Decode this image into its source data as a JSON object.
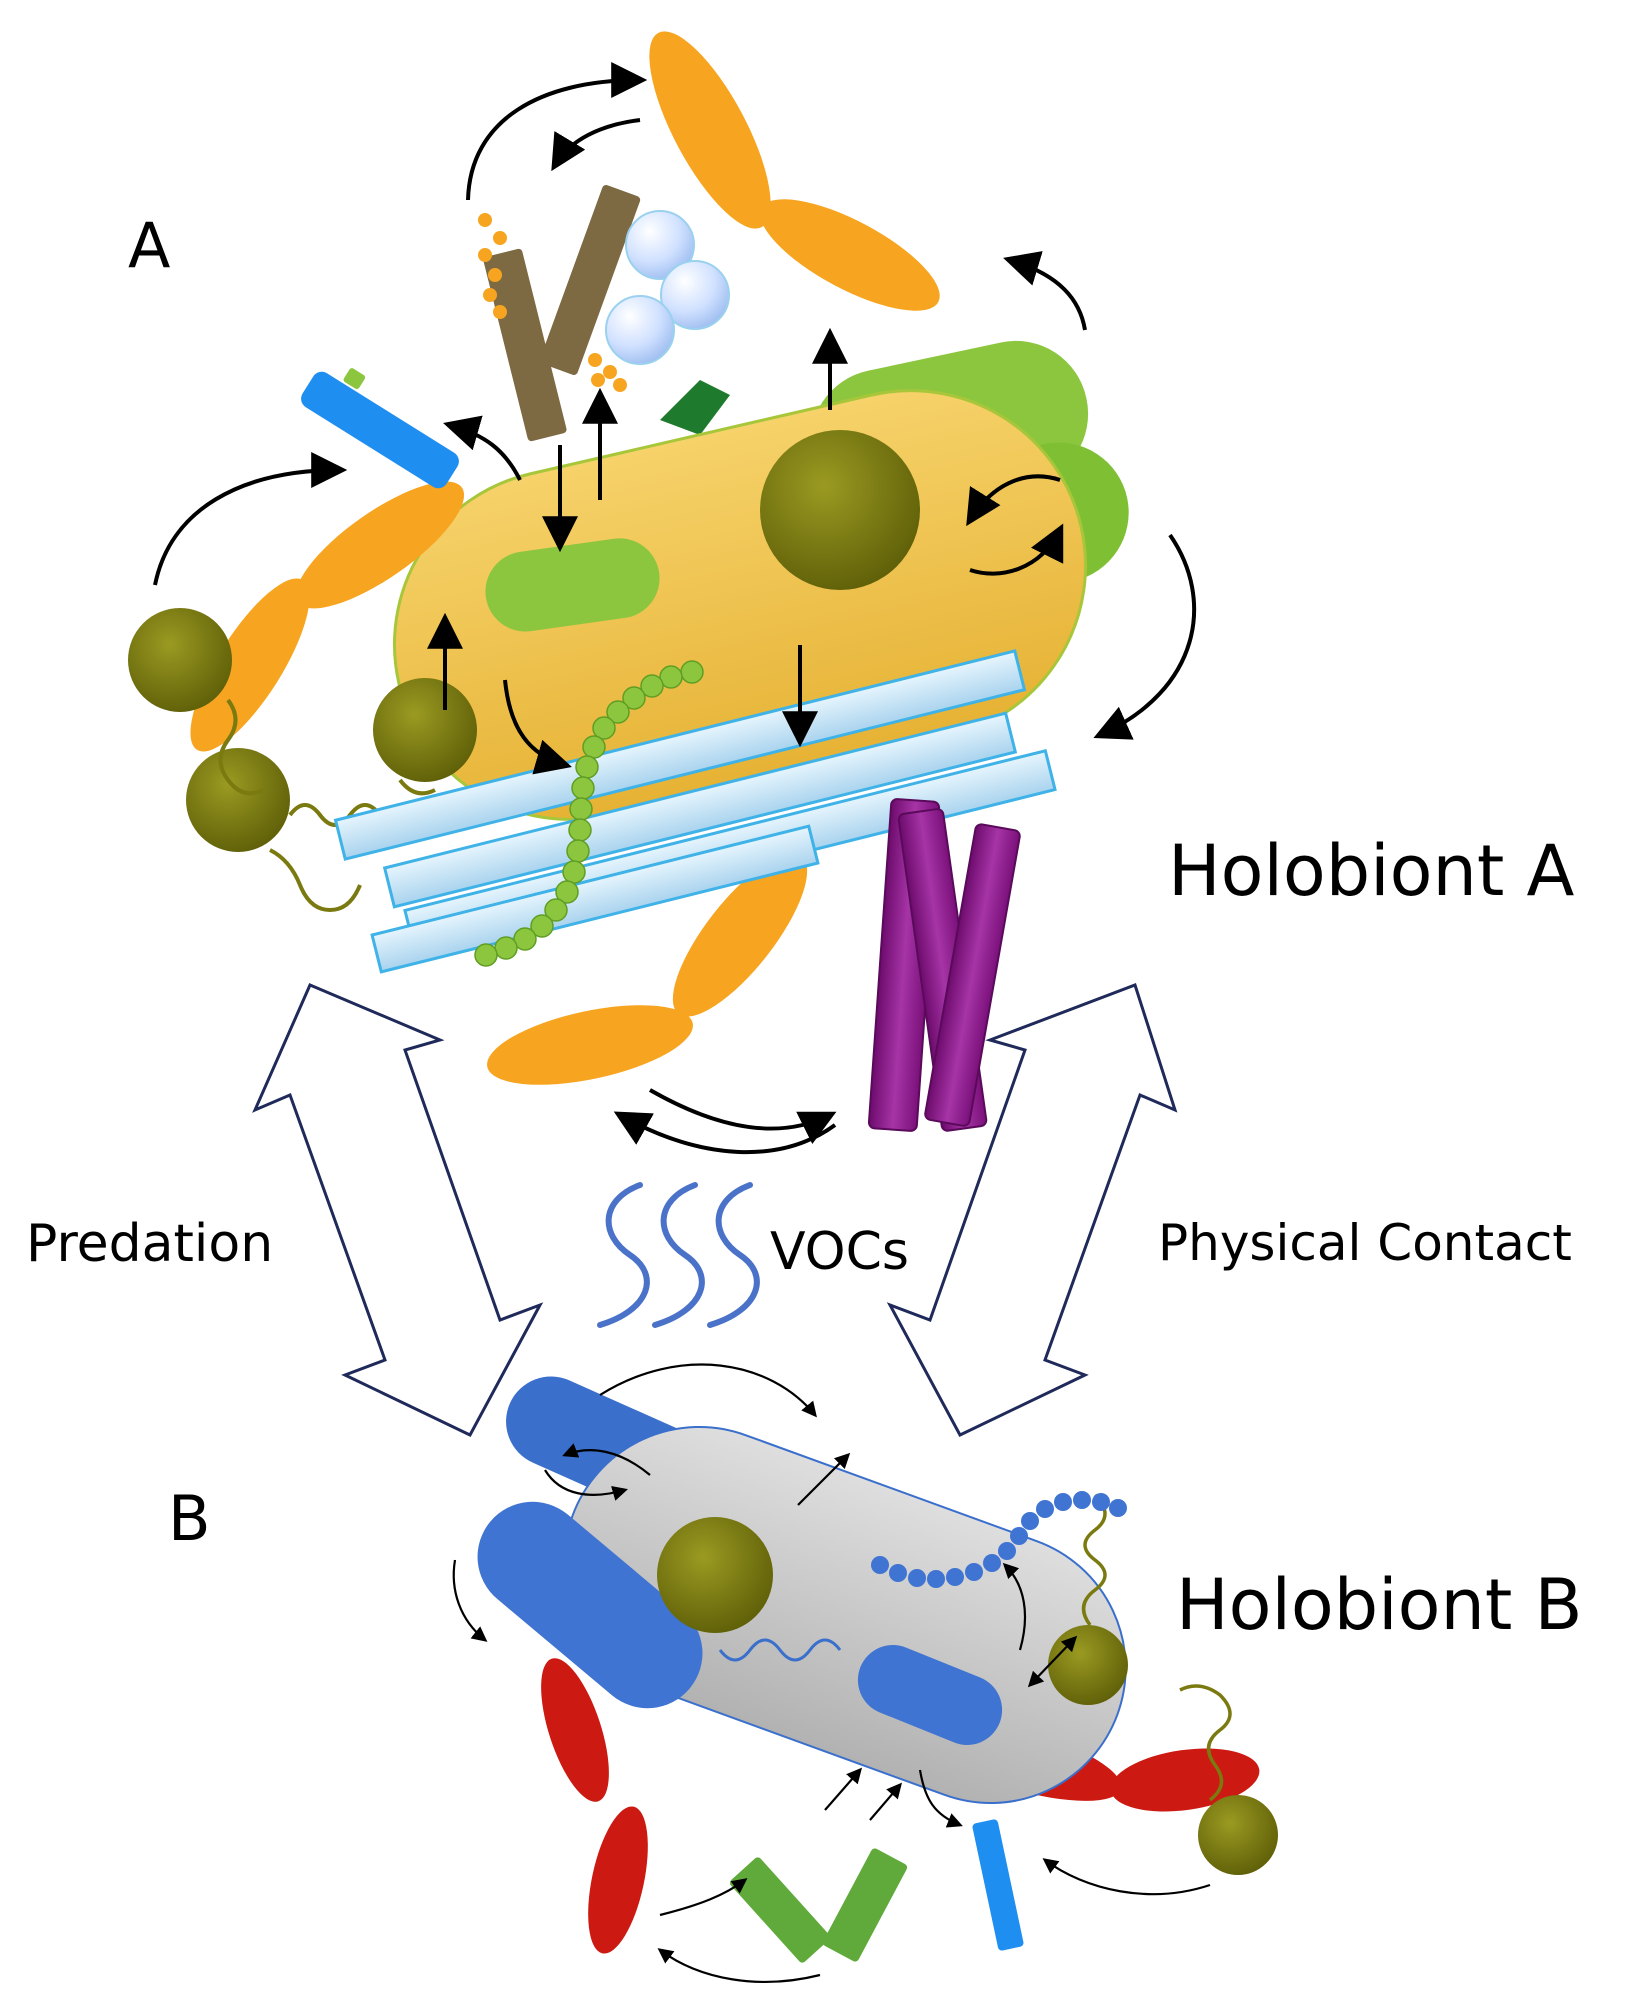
{
  "labels": {
    "panel_a": "A",
    "panel_b": "B",
    "holobiont_a": "Holobiont A",
    "holobiont_b": "Holobiont B",
    "predation": "Predation",
    "physical_contact": "Physical Contact",
    "vocs": "VOCs"
  },
  "colors": {
    "host_a": "#f1c24c",
    "host_b": "#c9c9c9",
    "green_microbe": "#8cc63f",
    "orange_microbe": "#f7a520",
    "olive_microbe": "#7a7a10",
    "blue_microbe": "#3a6fcc",
    "light_blue_rod": "#bfe3f5",
    "purple_microbe": "#8a1a8a",
    "red_microbe": "#cc1a12",
    "arrow_outline": "#1f2a5a",
    "voc_waves": "#4a72c8"
  }
}
